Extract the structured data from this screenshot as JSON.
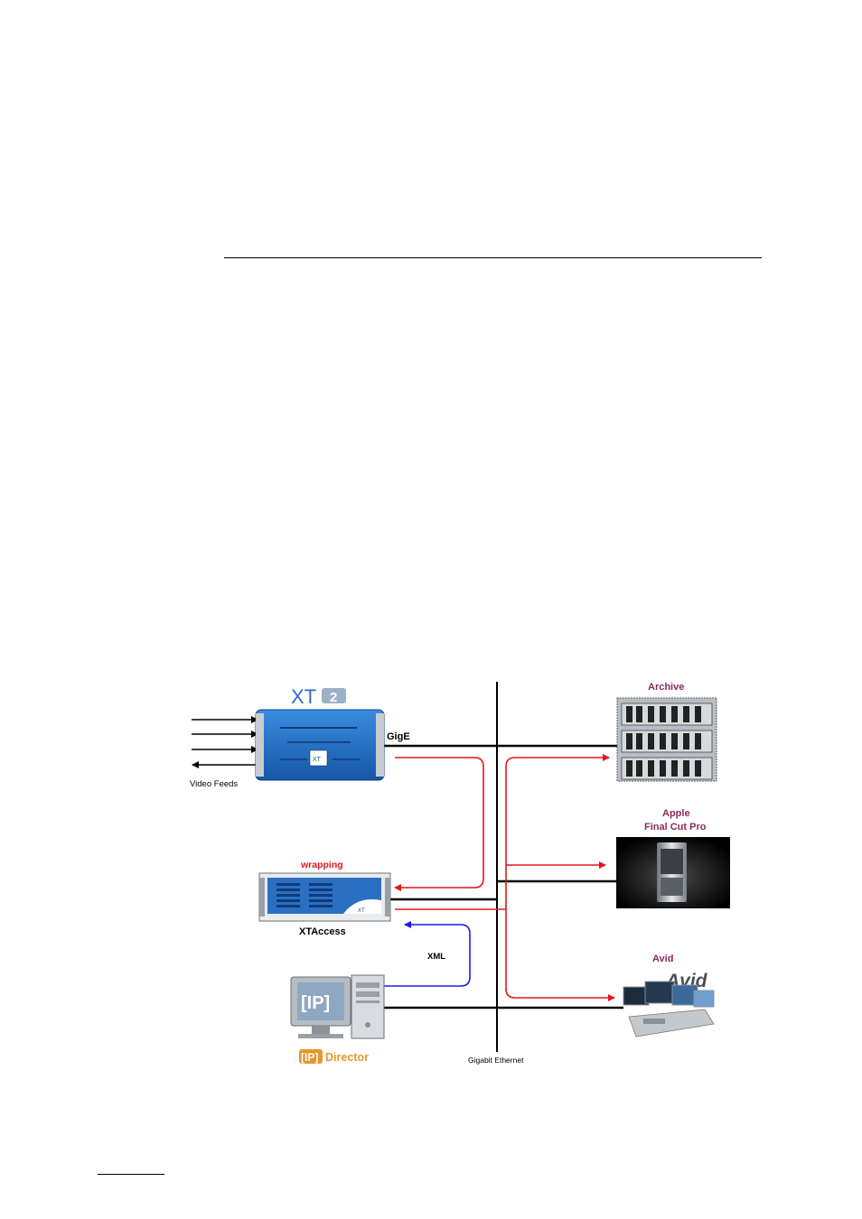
{
  "colors": {
    "data_flow": "#e8141c",
    "xml_flow": "#1a1ae6",
    "network": "#000000",
    "device_blue": "#1f6fc6",
    "label_purple": "#8a2a5c",
    "wrapping_red": "#e8141c",
    "ipdirector_orange": "#e8962a"
  },
  "diagram": {
    "xt2_logo_text": "XT",
    "xt2_logo_badge": "2",
    "gige_label": "GigE",
    "video_feeds_label": "Video Feeds",
    "wrapping_label": "wrapping",
    "xtaccess_label": "XTAccess",
    "xml_label": "XML",
    "ipdirector_logo": "[IP]",
    "ipdirector_label": "Director",
    "ethernet_label": "Gigabit Ethernet",
    "archive_label": "Archive",
    "apple_label_1": "Apple",
    "apple_label_2": "Final Cut Pro",
    "avid_label": "Avid",
    "avid_logo": "Avid",
    "xt_front_badge": "XT",
    "xtaccess_front_badge": "XT"
  }
}
